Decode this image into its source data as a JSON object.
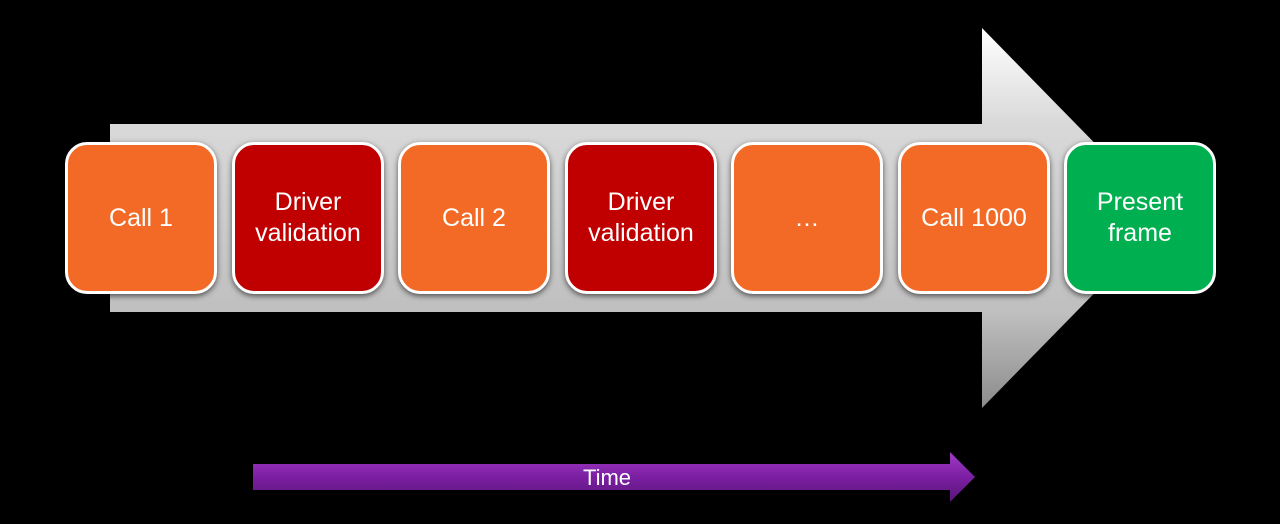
{
  "steps": [
    {
      "label": "Call 1",
      "kind": "call",
      "color": "#f26a26"
    },
    {
      "label": "Driver\nvalidation",
      "kind": "validation",
      "color": "#c00000"
    },
    {
      "label": "Call 2",
      "kind": "call",
      "color": "#f26a26"
    },
    {
      "label": "Driver\nvalidation",
      "kind": "validation",
      "color": "#c00000"
    },
    {
      "label": "…",
      "kind": "ellipsis",
      "color": "#f26a26"
    },
    {
      "label": "Call 1000",
      "kind": "call",
      "color": "#f26a26"
    },
    {
      "label": "Present\nframe",
      "kind": "present",
      "color": "#00b050"
    }
  ],
  "time_axis": {
    "label": "Time",
    "color": "#7b1fa2"
  },
  "colors": {
    "background": "#000000",
    "big_arrow": "#c8c8c8",
    "box_border": "#ffffff"
  }
}
